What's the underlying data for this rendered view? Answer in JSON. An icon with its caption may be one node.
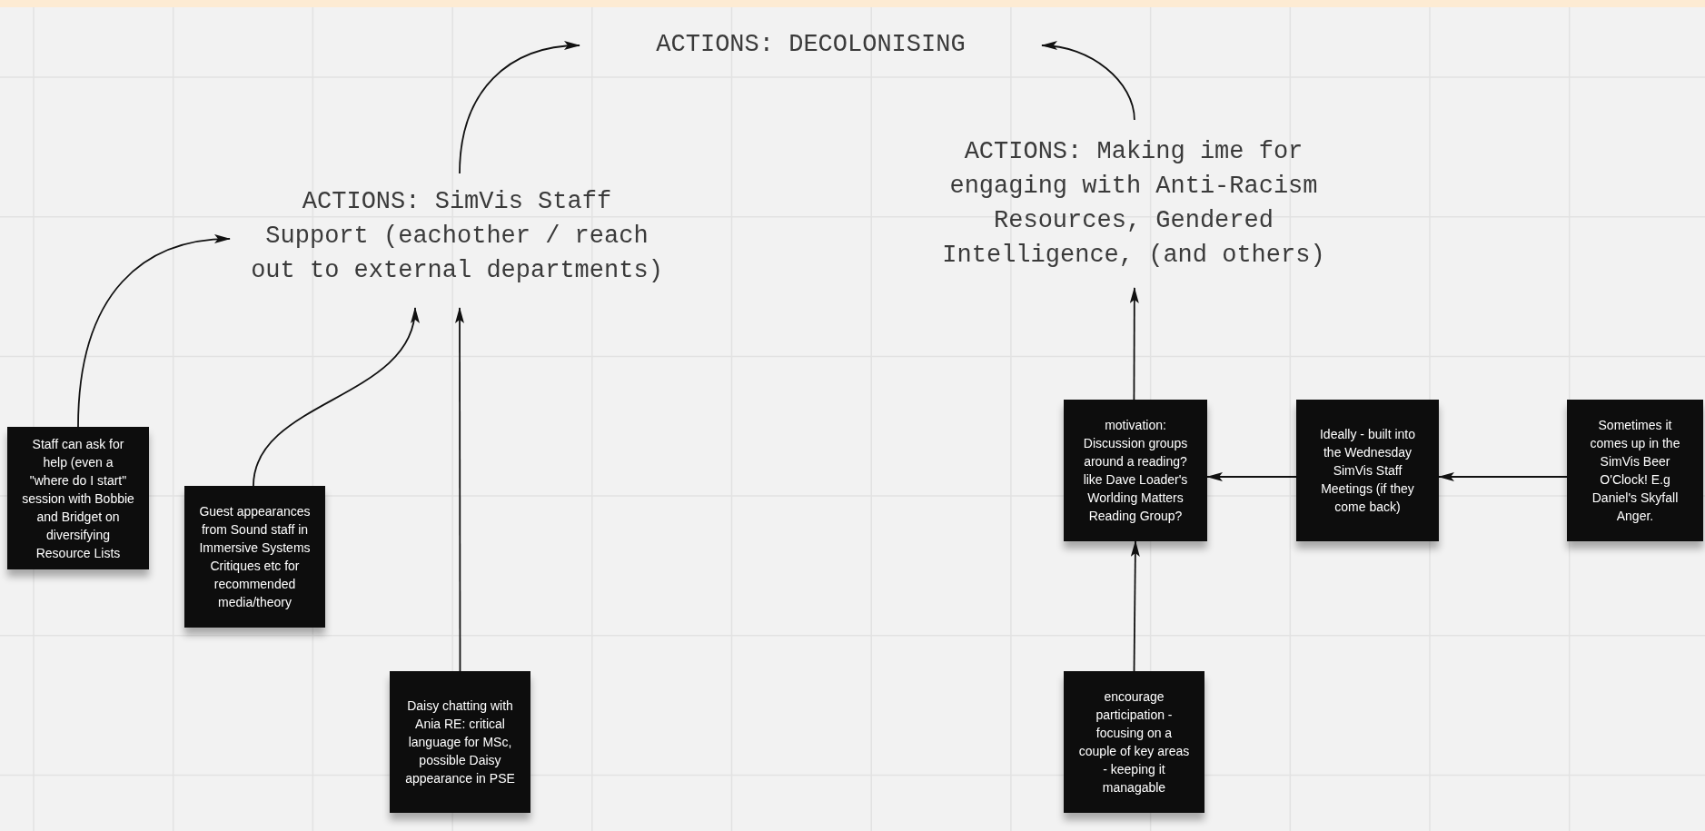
{
  "diagram": {
    "nodes": [
      {
        "text": [
          "ACTIONS: DECOLONISING"
        ]
      },
      {
        "text": [
          "ACTIONS: SimVis Staff Support (eachother / reach out to external departments)"
        ]
      },
      {
        "text": [
          "ACTIONS: Making ime for engaging with Anti-Racism Resources, Gendered Intelligence, (and others)"
        ]
      },
      {
        "text": [
          "Staff can ask for help (even a \"where do I start\" session with Bobbie and Bridget on diversifying Resource Lists"
        ]
      },
      {
        "text": [
          "Guest appearances from Sound staff in Immersive Systems Critiques etc for recommended media/theory"
        ]
      },
      {
        "text": [
          "Daisy chatting with Ania RE: critical language for MSc, possible Daisy appearance in PSE"
        ]
      },
      {
        "text": [
          "motivation: Discussion groups around a reading? like Dave Loader's Worlding Matters Reading Group?"
        ]
      },
      {
        "text": [
          "Ideally - built into the Wednesday SimVis Staff Meetings (if they come back)"
        ]
      },
      {
        "text": [
          "Sometimes it comes up in the SimVis Beer O'Clock! E.g Daniel's Skyfall Anger."
        ]
      },
      {
        "text": [
          "encourage participation - focusing on a couple of key areas - keeping it managable"
        ]
      }
    ],
    "edges": [
      {
        "from": 1,
        "to": 0,
        "arrow": "to"
      },
      {
        "from": 2,
        "to": 0,
        "arrow": "to"
      },
      {
        "from": 3,
        "to": 1,
        "arrow": "to"
      },
      {
        "from": 4,
        "to": 1,
        "arrow": "to"
      },
      {
        "from": 5,
        "to": 1,
        "arrow": "to"
      },
      {
        "from": 6,
        "to": 2,
        "arrow": "to"
      },
      {
        "from": 7,
        "to": 6,
        "arrow": "to"
      },
      {
        "from": 8,
        "to": 7,
        "arrow": "to"
      },
      {
        "from": 9,
        "to": 6,
        "arrow": "to"
      }
    ]
  }
}
